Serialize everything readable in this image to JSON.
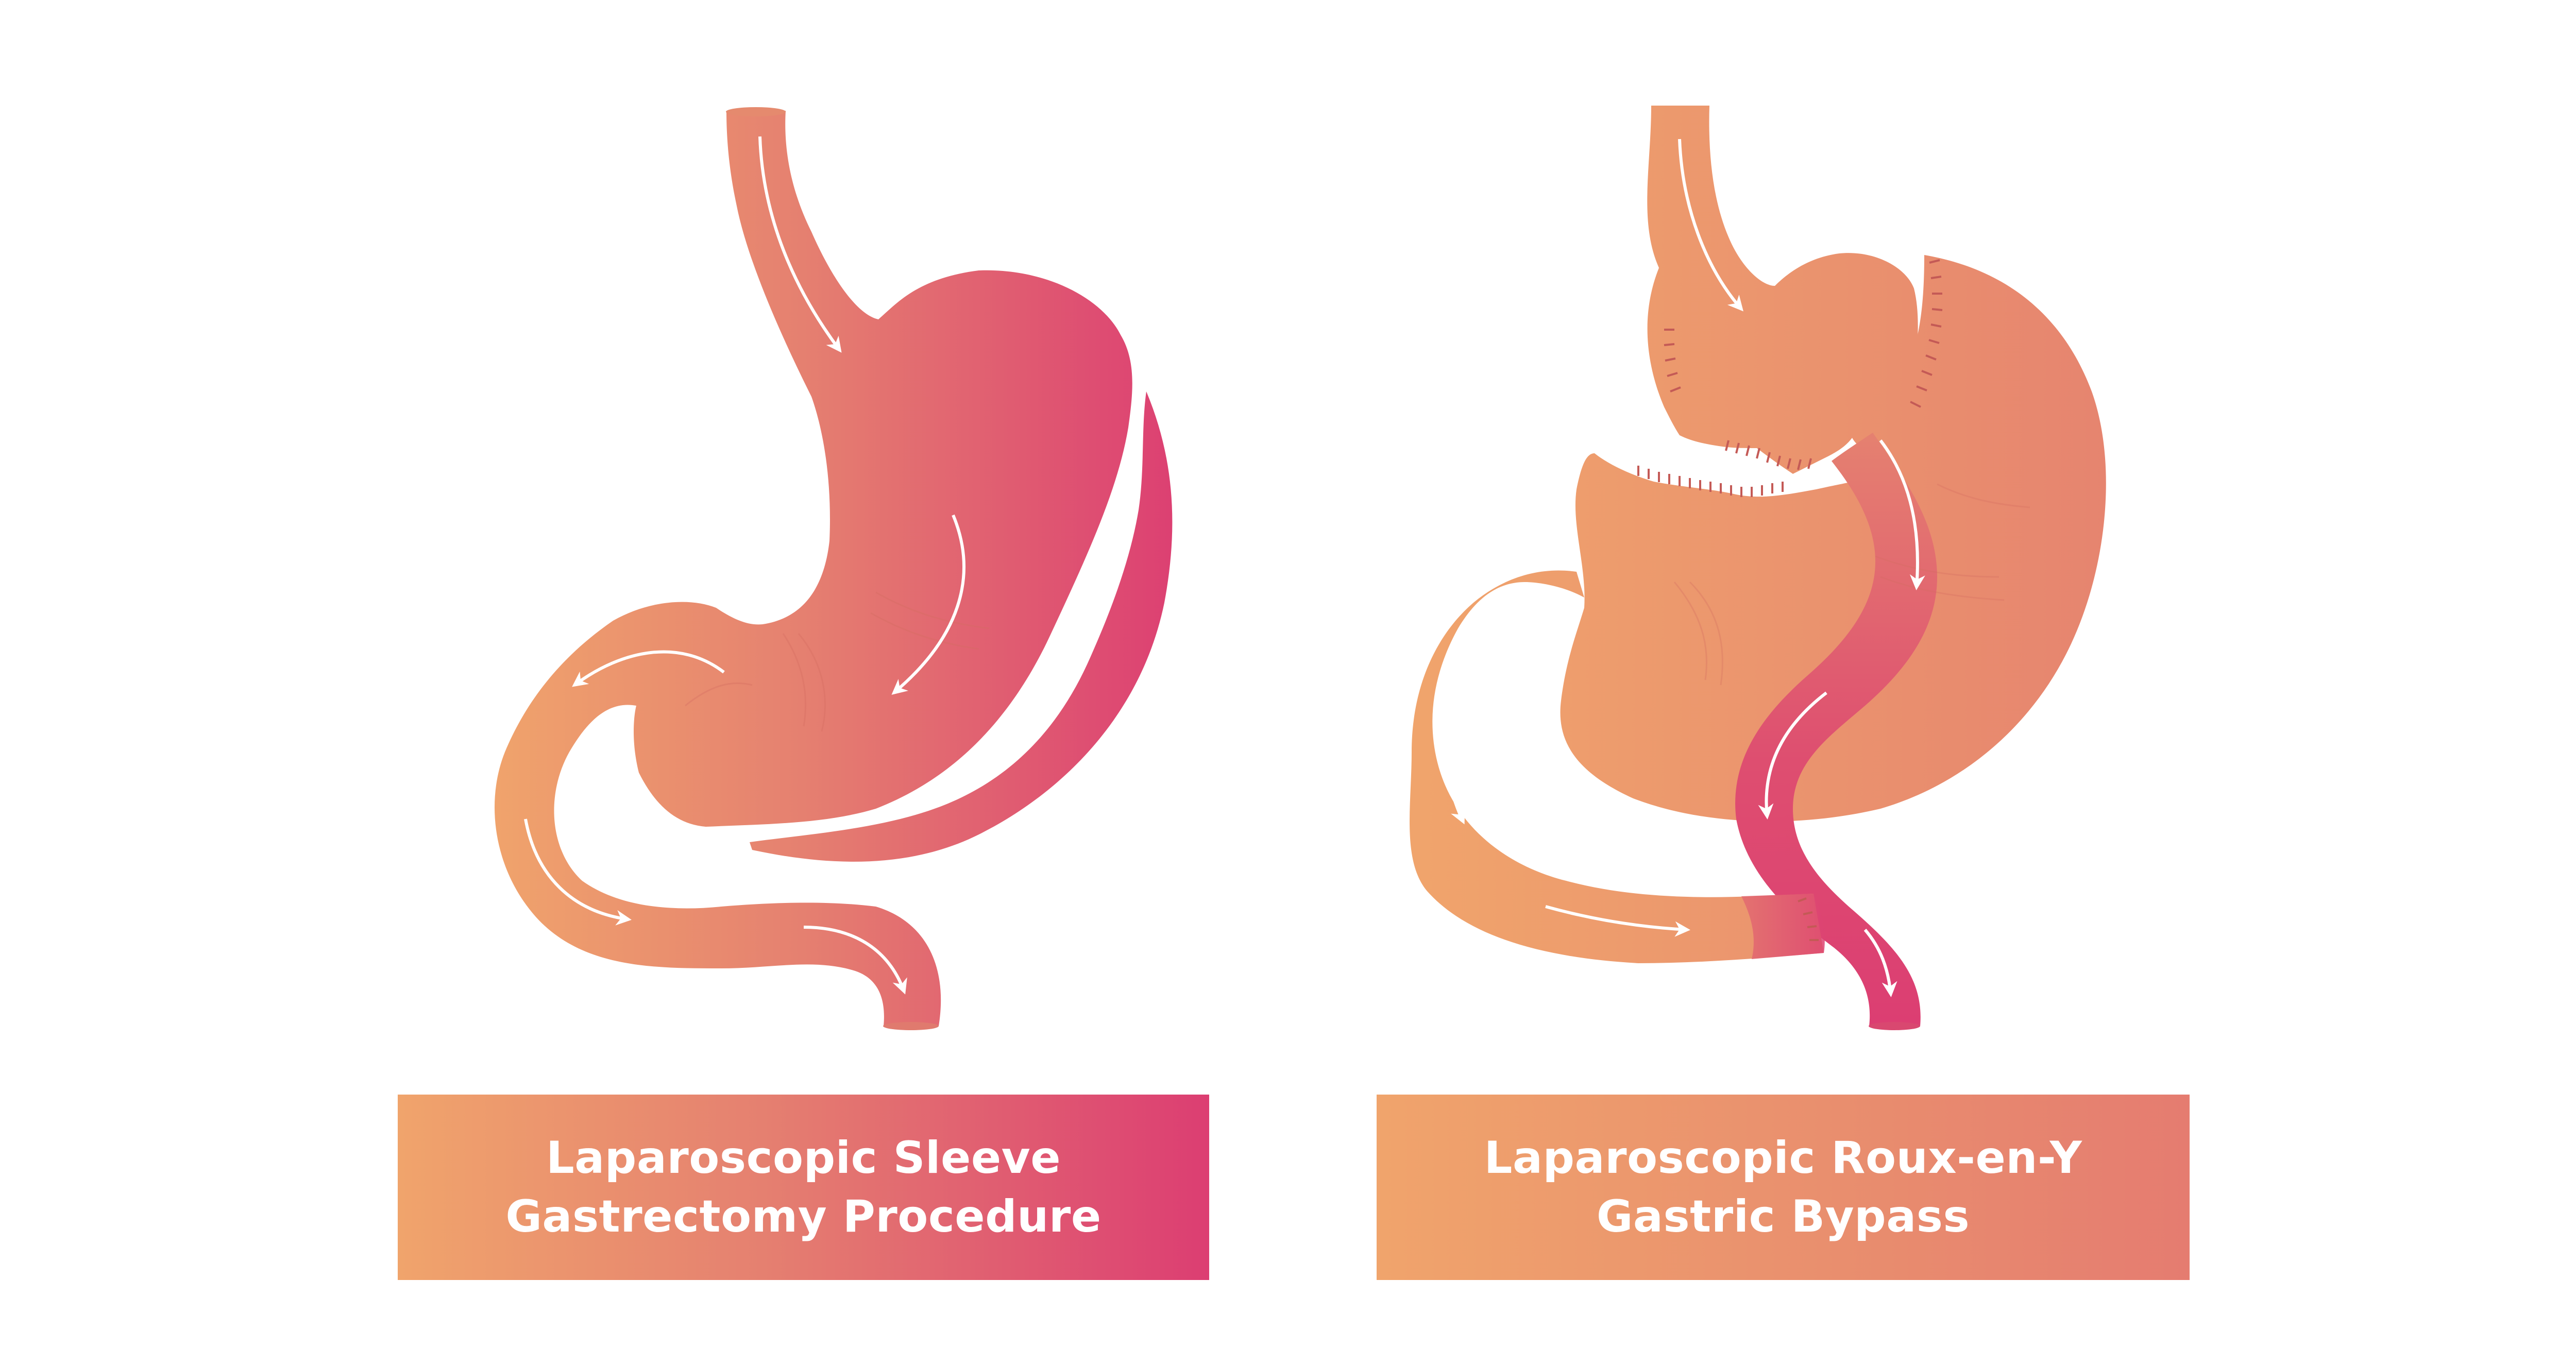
{
  "colors": {
    "background": "#ffffff",
    "stomach_light": "#f0a46c",
    "stomach_mid": "#e58070",
    "stomach_magenta": "#dc3e72",
    "arrow": "#ffffff",
    "suture": "#c45a56"
  },
  "panels": [
    {
      "procedure": "sleeve-gastrectomy",
      "label": "Laparoscopic Sleeve\nGastrectomy Procedure"
    },
    {
      "procedure": "roux-en-y-bypass",
      "label": "Laparoscopic Roux-en-Y\nGastric Bypass"
    }
  ]
}
